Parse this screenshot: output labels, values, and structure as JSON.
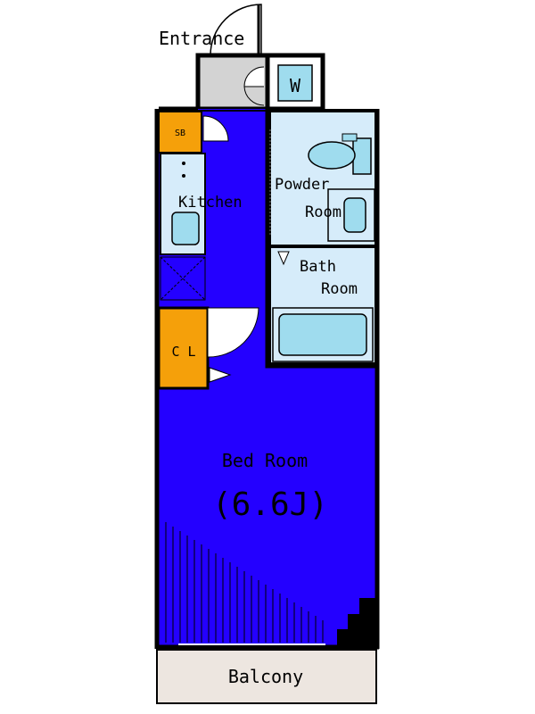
{
  "labels": {
    "entrance": "Entrance",
    "washer": "W",
    "shoe_box": "SB",
    "kitchen": "Kitchen",
    "powder_room_line1": "Powder",
    "powder_room_line2": "Room",
    "bath_room_line1": "Bath",
    "bath_room_line2": "Room",
    "closet": "C L",
    "bed_room": "Bed Room",
    "bed_room_size": "(6.6J)",
    "balcony": "Balcony"
  },
  "colors": {
    "room_blue": "#2400ff",
    "wet_area": "#d6ecfa",
    "fixture": "#9fdcee",
    "storage_orange": "#f5a00a",
    "balcony": "#ede6e0",
    "entrance_floor": "#d3d3d3",
    "wall": "#000000"
  }
}
